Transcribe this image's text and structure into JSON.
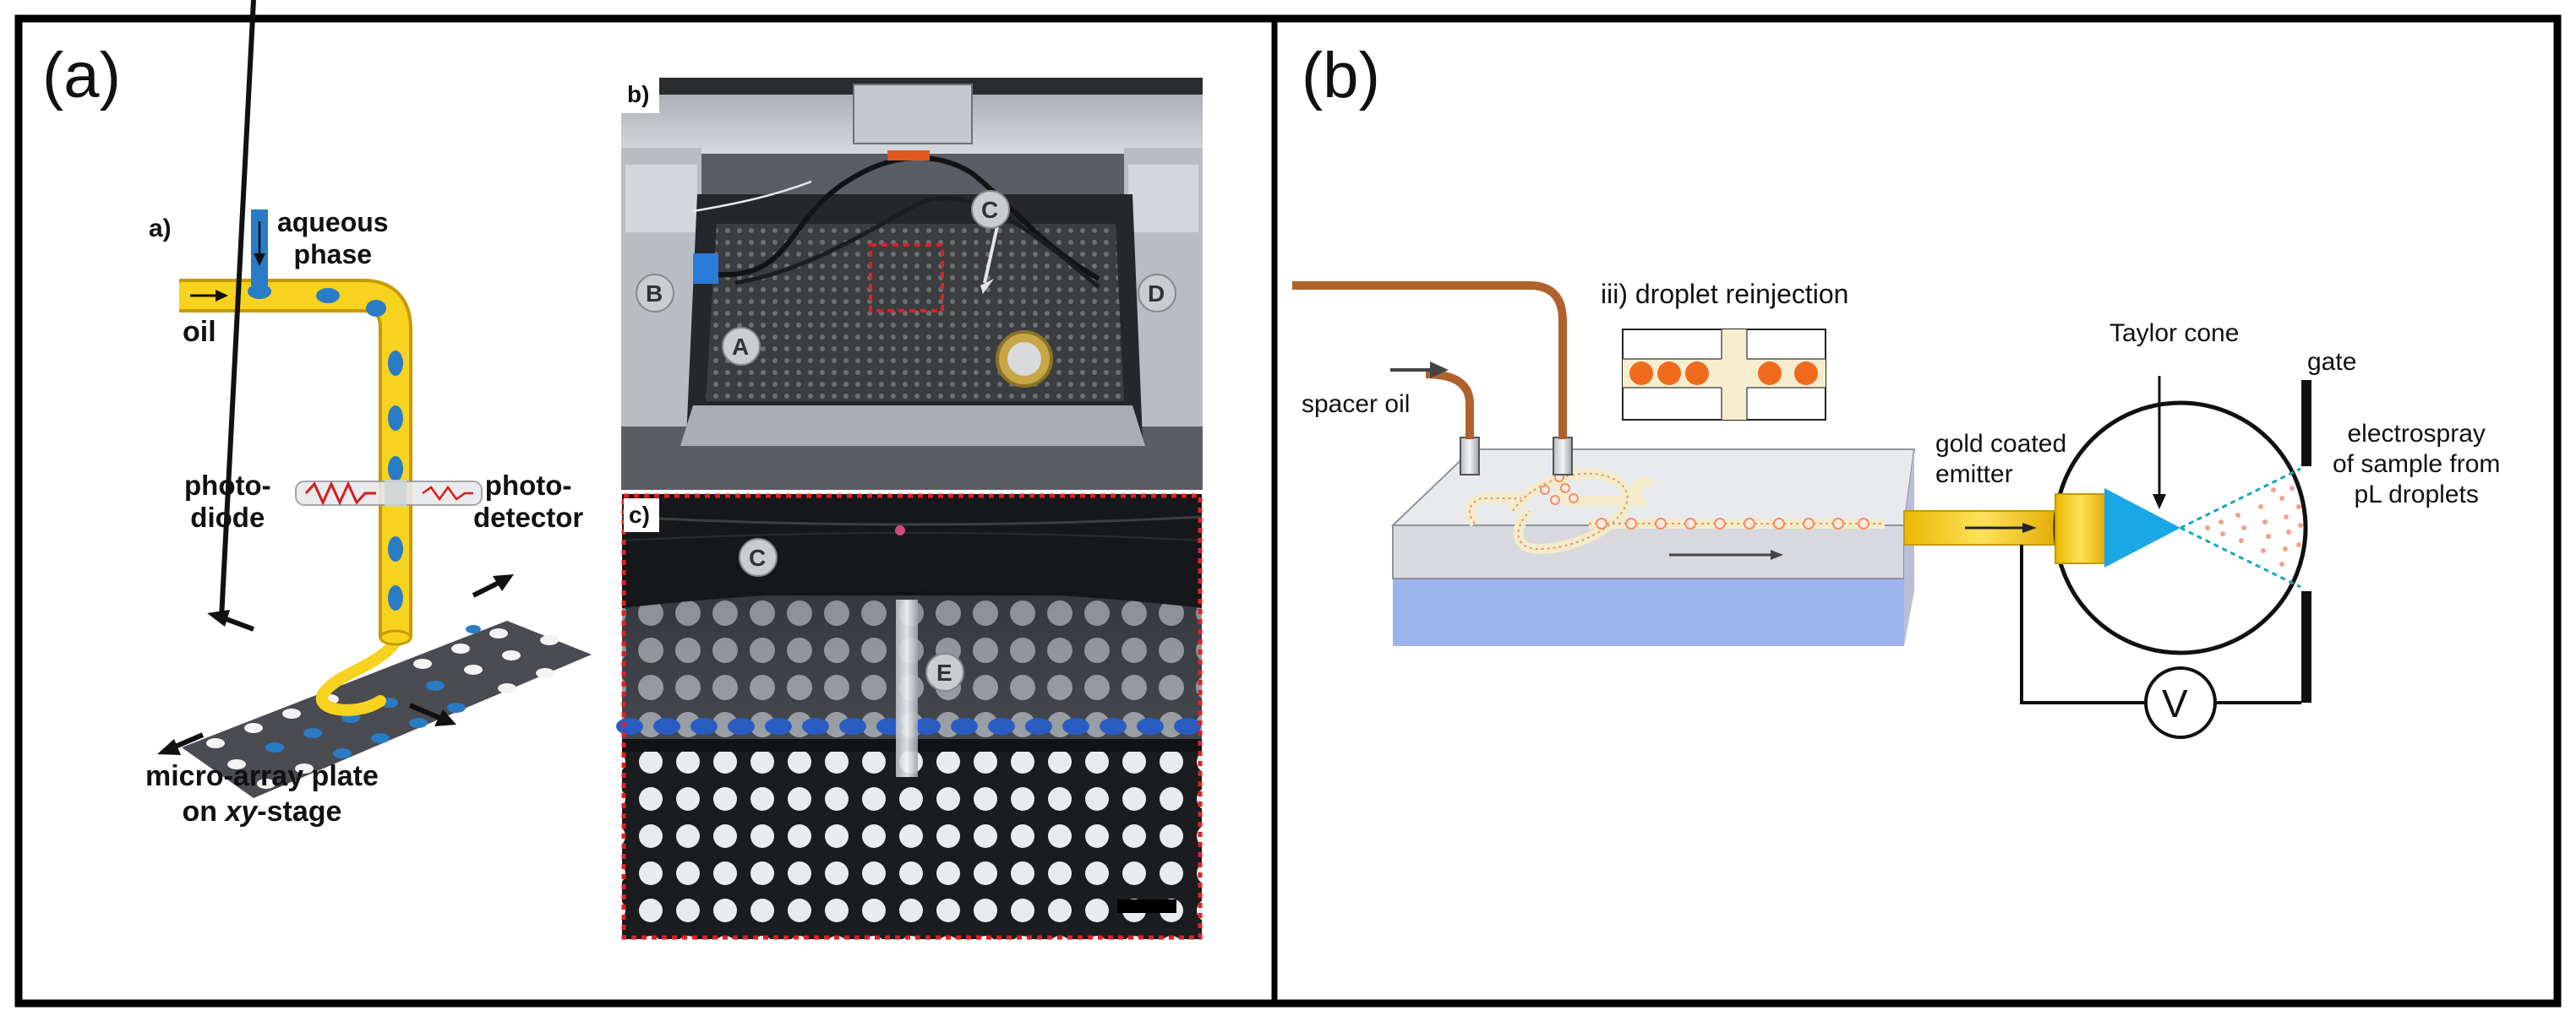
{
  "panel_a": {
    "label": "(a)",
    "schematic": {
      "label": "a)",
      "aqueous_phase": [
        "aqueous",
        "phase"
      ],
      "oil": "oil",
      "photodiode": [
        "photo-",
        "diode"
      ],
      "photodetector": [
        "photo-",
        "detector"
      ],
      "plate": [
        "micro-array plate",
        "on ",
        "xy",
        "-stage"
      ]
    },
    "photo_b": {
      "label": "b)",
      "markers": [
        "B",
        "A",
        "C",
        "D"
      ]
    },
    "photo_c": {
      "label": "c)",
      "markers": [
        "C",
        "E"
      ]
    }
  },
  "panel_b": {
    "label": "(b)",
    "spacer_oil": "spacer oil",
    "reinjection": "iii) droplet reinjection",
    "emitter": [
      "gold coated",
      "emitter"
    ],
    "taylor_cone": "Taylor cone",
    "gate": "gate",
    "electrospray": [
      "electrospray",
      "of sample from",
      "pL droplets"
    ],
    "voltage": "V"
  },
  "colors": {
    "tube_yellow": "#f7d21e",
    "droplet_blue": "#2a7cc7",
    "tubing_brown": "#b0622e",
    "cone_blue": "#19a7e6",
    "droplet_orange": "#f06a1e",
    "chip_gray": "#d7d9de",
    "chip_blue": "#9db3ec",
    "red_dotted": "#e02020"
  }
}
